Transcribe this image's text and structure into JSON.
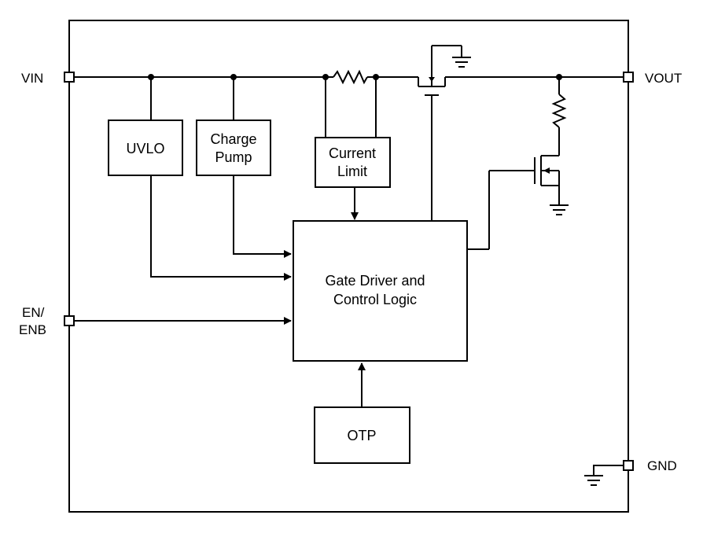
{
  "pins": {
    "vin": "VIN",
    "vout": "VOUT",
    "en_line1": "EN/",
    "en_line2": "ENB",
    "gnd": "GND"
  },
  "blocks": {
    "uvlo": "UVLO",
    "charge_pump_line1": "Charge",
    "charge_pump_line2": "Pump",
    "current_limit_line1": "Current",
    "current_limit_line2": "Limit",
    "gate_driver_line1": "Gate Driver and",
    "gate_driver_line2": "Control Logic",
    "otp": "OTP"
  }
}
